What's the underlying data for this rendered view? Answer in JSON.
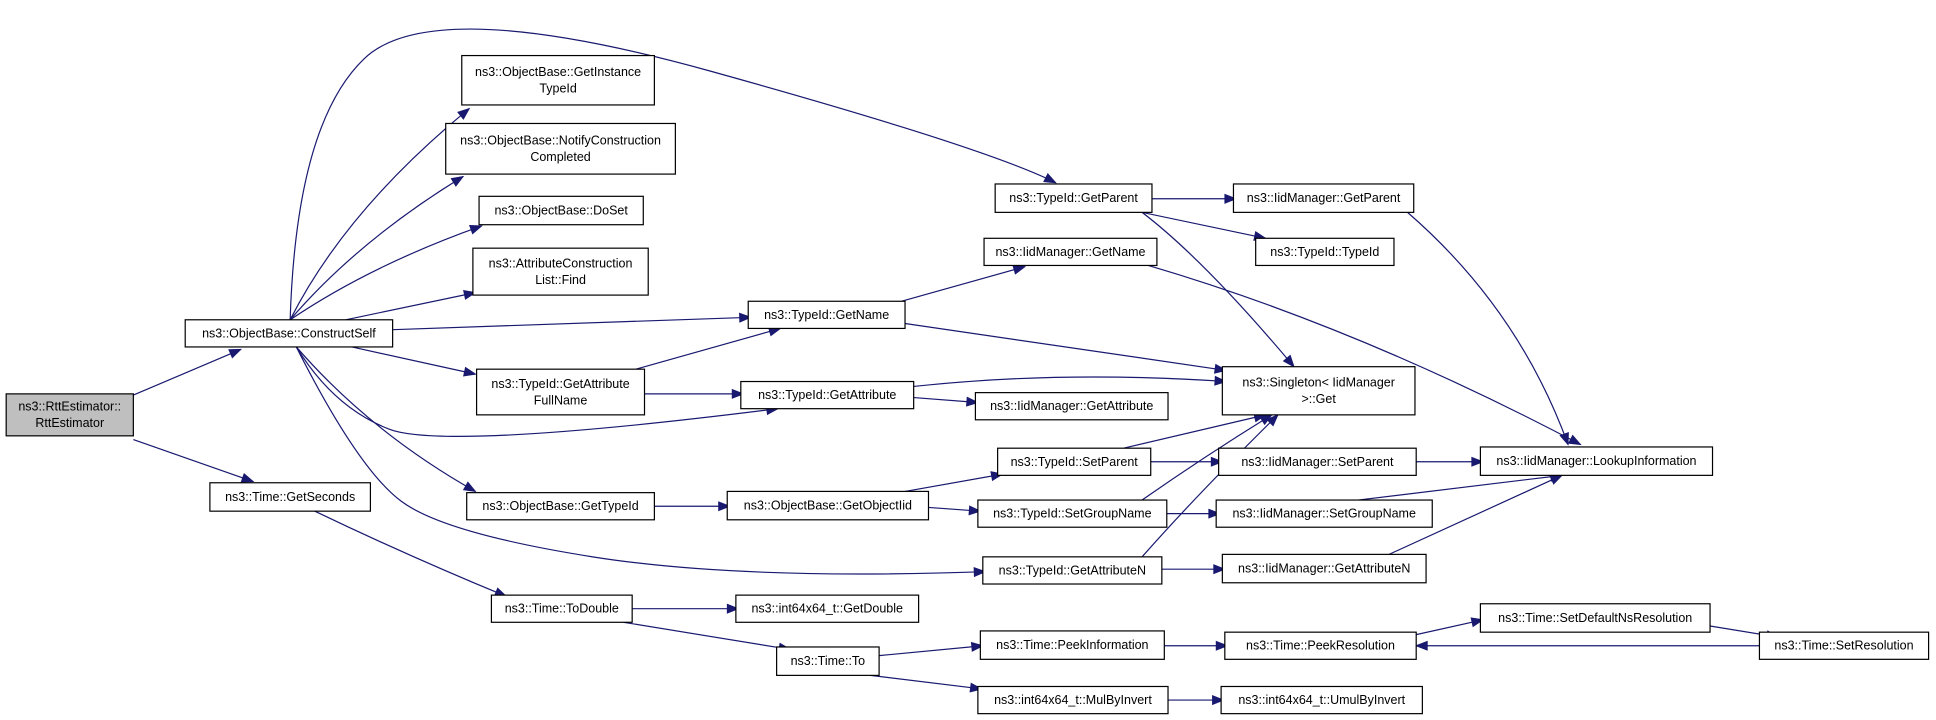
{
  "graph": {
    "colors": {
      "edge": "#191970",
      "node_border": "#000000",
      "root_fill": "#bfbfbf",
      "node_fill": "#ffffff"
    },
    "nodes": [
      {
        "id": "rtt",
        "lines": [
          "ns3::RttEstimator::",
          "RttEstimator"
        ],
        "root": true
      },
      {
        "id": "construct",
        "lines": [
          "ns3::ObjectBase::ConstructSelf"
        ]
      },
      {
        "id": "getseconds",
        "lines": [
          "ns3::Time::GetSeconds"
        ]
      },
      {
        "id": "getinst",
        "lines": [
          "ns3::ObjectBase::GetInstance",
          "TypeId"
        ]
      },
      {
        "id": "notify",
        "lines": [
          "ns3::ObjectBase::NotifyConstruction",
          "Completed"
        ]
      },
      {
        "id": "doset",
        "lines": [
          "ns3::ObjectBase::DoSet"
        ]
      },
      {
        "id": "attrfind",
        "lines": [
          "ns3::AttributeConstruction",
          "List::Find"
        ]
      },
      {
        "id": "getattrfull",
        "lines": [
          "ns3::TypeId::GetAttribute",
          "FullName"
        ]
      },
      {
        "id": "obgettypeid",
        "lines": [
          "ns3::ObjectBase::GetTypeId"
        ]
      },
      {
        "id": "todouble",
        "lines": [
          "ns3::Time::ToDouble"
        ]
      },
      {
        "id": "tgetparent",
        "lines": [
          "ns3::TypeId::GetParent"
        ]
      },
      {
        "id": "tgetname",
        "lines": [
          "ns3::TypeId::GetName"
        ]
      },
      {
        "id": "tgetattr",
        "lines": [
          "ns3::TypeId::GetAttribute"
        ]
      },
      {
        "id": "getobjiid",
        "lines": [
          "ns3::ObjectBase::GetObjectIid"
        ]
      },
      {
        "id": "getdouble",
        "lines": [
          "ns3::int64x64_t::GetDouble"
        ]
      },
      {
        "id": "timeto",
        "lines": [
          "ns3::Time::To"
        ]
      },
      {
        "id": "iidgetname",
        "lines": [
          "ns3::IidManager::GetName"
        ]
      },
      {
        "id": "tsetparent",
        "lines": [
          "ns3::TypeId::SetParent"
        ]
      },
      {
        "id": "tsetgroup",
        "lines": [
          "ns3::TypeId::SetGroupName"
        ]
      },
      {
        "id": "tgetattrn",
        "lines": [
          "ns3::TypeId::GetAttributeN"
        ]
      },
      {
        "id": "peekinfo",
        "lines": [
          "ns3::Time::PeekInformation"
        ]
      },
      {
        "id": "mulbyinv",
        "lines": [
          "ns3::int64x64_t::MulByInvert"
        ]
      },
      {
        "id": "iidgetparent",
        "lines": [
          "ns3::IidManager::GetParent"
        ]
      },
      {
        "id": "typeidctor",
        "lines": [
          "ns3::TypeId::TypeId"
        ]
      },
      {
        "id": "singleton",
        "lines": [
          "ns3::Singleton< IidManager",
          " >::Get"
        ]
      },
      {
        "id": "iidgetattr",
        "lines": [
          "ns3::IidManager::GetAttribute"
        ]
      },
      {
        "id": "iidsetparent",
        "lines": [
          "ns3::IidManager::SetParent"
        ]
      },
      {
        "id": "iidsetgroup",
        "lines": [
          "ns3::IidManager::SetGroupName"
        ]
      },
      {
        "id": "iidgetattrn",
        "lines": [
          "ns3::IidManager::GetAttributeN"
        ]
      },
      {
        "id": "peekres",
        "lines": [
          "ns3::Time::PeekResolution"
        ]
      },
      {
        "id": "umulbyinv",
        "lines": [
          "ns3::int64x64_t::UmulByInvert"
        ]
      },
      {
        "id": "lookup",
        "lines": [
          "ns3::IidManager::LookupInformation"
        ]
      },
      {
        "id": "setdefns",
        "lines": [
          "ns3::Time::SetDefaultNsResolution"
        ]
      },
      {
        "id": "setres",
        "lines": [
          "ns3::Time::SetResolution"
        ]
      }
    ],
    "edges": [
      {
        "from": "rtt",
        "to": "construct"
      },
      {
        "from": "rtt",
        "to": "getseconds"
      },
      {
        "from": "construct",
        "to": "getinst"
      },
      {
        "from": "construct",
        "to": "notify"
      },
      {
        "from": "construct",
        "to": "doset"
      },
      {
        "from": "construct",
        "to": "attrfind"
      },
      {
        "from": "construct",
        "to": "getattrfull"
      },
      {
        "from": "construct",
        "to": "obgettypeid"
      },
      {
        "from": "construct",
        "to": "tgetparent"
      },
      {
        "from": "construct",
        "to": "tgetname"
      },
      {
        "from": "construct",
        "to": "tgetattr"
      },
      {
        "from": "construct",
        "to": "tgetattrn"
      },
      {
        "from": "getseconds",
        "to": "todouble"
      },
      {
        "from": "getattrfull",
        "to": "tgetname"
      },
      {
        "from": "getattrfull",
        "to": "tgetattr"
      },
      {
        "from": "obgettypeid",
        "to": "getobjiid"
      },
      {
        "from": "todouble",
        "to": "getdouble"
      },
      {
        "from": "todouble",
        "to": "timeto"
      },
      {
        "from": "tgetparent",
        "to": "iidgetparent"
      },
      {
        "from": "tgetparent",
        "to": "typeidctor"
      },
      {
        "from": "tgetparent",
        "to": "singleton"
      },
      {
        "from": "tgetname",
        "to": "iidgetname"
      },
      {
        "from": "tgetname",
        "to": "singleton"
      },
      {
        "from": "tgetattr",
        "to": "singleton"
      },
      {
        "from": "tgetattr",
        "to": "iidgetattr"
      },
      {
        "from": "getobjiid",
        "to": "tsetparent"
      },
      {
        "from": "getobjiid",
        "to": "tsetgroup"
      },
      {
        "from": "timeto",
        "to": "peekinfo"
      },
      {
        "from": "timeto",
        "to": "mulbyinv"
      },
      {
        "from": "iidgetname",
        "to": "lookup"
      },
      {
        "from": "tsetparent",
        "to": "singleton"
      },
      {
        "from": "tsetparent",
        "to": "iidsetparent"
      },
      {
        "from": "tsetgroup",
        "to": "singleton"
      },
      {
        "from": "tsetgroup",
        "to": "iidsetgroup"
      },
      {
        "from": "tgetattrn",
        "to": "singleton"
      },
      {
        "from": "tgetattrn",
        "to": "iidgetattrn"
      },
      {
        "from": "peekinfo",
        "to": "peekres"
      },
      {
        "from": "mulbyinv",
        "to": "umulbyinv"
      },
      {
        "from": "iidgetparent",
        "to": "lookup"
      },
      {
        "from": "iidsetparent",
        "to": "lookup"
      },
      {
        "from": "iidsetgroup",
        "to": "lookup"
      },
      {
        "from": "iidgetattrn",
        "to": "lookup"
      },
      {
        "from": "peekres",
        "to": "setdefns"
      },
      {
        "from": "setdefns",
        "to": "setres"
      },
      {
        "from": "setres",
        "to": "peekres"
      }
    ]
  }
}
